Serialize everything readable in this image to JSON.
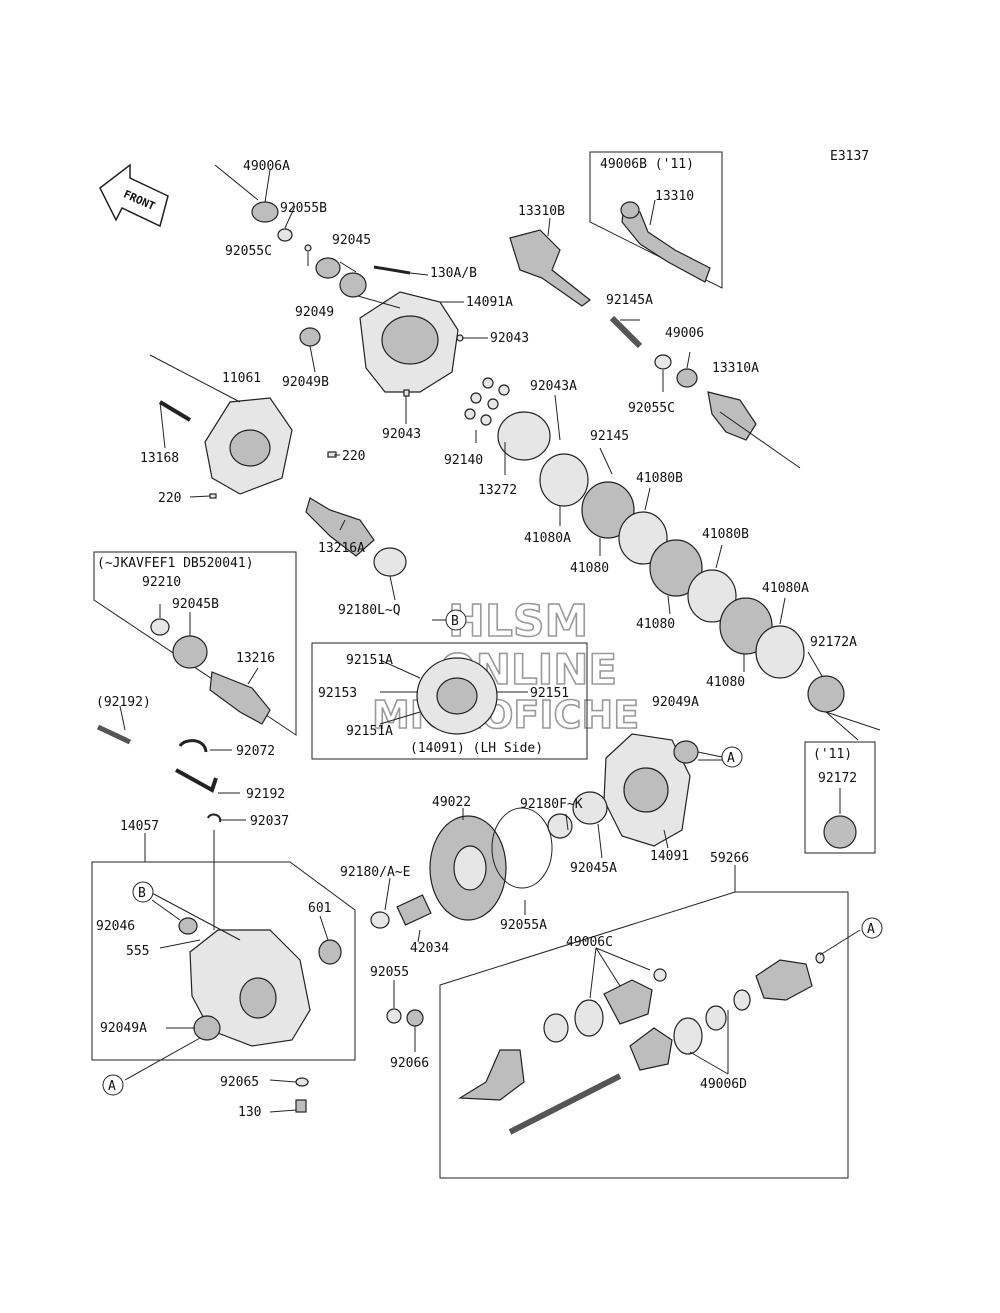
{
  "diagram_code": "E3137",
  "front_label": "FRONT",
  "watermark": {
    "line1": "HLSM",
    "line2": "ONLINE",
    "line3": "MICROFICHE"
  },
  "markers": {
    "a": "A",
    "b": "B"
  },
  "box_notes": {
    "serial": "(~JKAVFEF1 DB520041)",
    "lh_side": "(14091)  (LH Side)",
    "y11_top": "49006B ('11)",
    "y11_bottom": "('11)",
    "part_92192_paren": "(92192)"
  },
  "labels": {
    "p49006A": "49006A",
    "p92055B": "92055B",
    "p92055C_top": "92055C",
    "p92045": "92045",
    "p130AB": "130A/B",
    "p92049": "92049",
    "p14091A": "14091A",
    "p92043_a": "92043",
    "p92049B": "92049B",
    "p92043_b": "92043",
    "p11061": "11061",
    "p13168": "13168",
    "p220_a": "220",
    "p220_b": "220",
    "p13216A": "13216A",
    "p13310B": "13310B",
    "p13310": "13310",
    "p92145A": "92145A",
    "p49006": "49006",
    "p13310A": "13310A",
    "p92055C": "92055C",
    "p92043A": "92043A",
    "p92140": "92140",
    "p92145": "92145",
    "p13272": "13272",
    "p41080B_a": "41080B",
    "p41080A_a": "41080A",
    "p41080_a": "41080",
    "p41080B_b": "41080B",
    "p41080_b": "41080",
    "p41080A_b": "41080A",
    "p41080_c": "41080",
    "p92172A": "92172A",
    "p92172": "92172",
    "p92210": "92210",
    "p92045B": "92045B",
    "p13216": "13216",
    "p92180LQ": "92180L~Q",
    "p92151A_a": "92151A",
    "p92153": "92153",
    "p92151": "92151",
    "p92151A_b": "92151A",
    "p92049A_r": "92049A",
    "p92072": "92072",
    "p92192": "92192",
    "p92037": "92037",
    "p14057": "14057",
    "p92180FK": "92180F~K",
    "p49022": "49022",
    "p14091": "14091",
    "p92045A": "92045A",
    "p59266": "59266",
    "p92180AE": "92180/A~E",
    "p601": "601",
    "p42034": "42034",
    "p92055A": "92055A",
    "p49006C": "49006C",
    "p92046": "92046",
    "p555": "555",
    "p92055": "92055",
    "p92049A_l": "92049A",
    "p92066": "92066",
    "p92065": "92065",
    "p130": "130",
    "p49006D": "49006D"
  }
}
